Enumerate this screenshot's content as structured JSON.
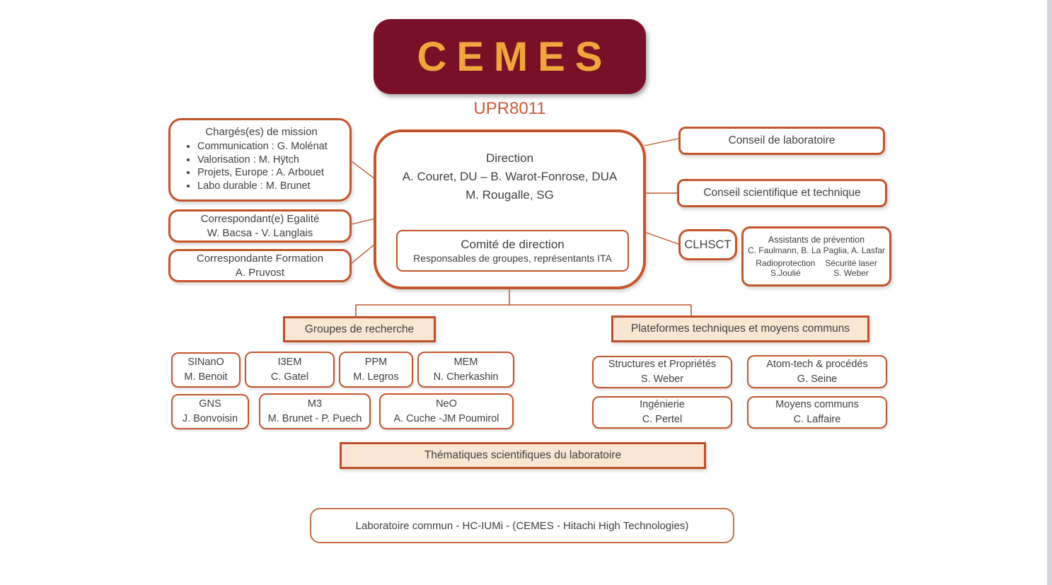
{
  "header": {
    "logo_text": "CEMES",
    "subtitle": "UPR8011"
  },
  "direction": {
    "title": "Direction",
    "line1": "A. Couret, DU – B. Warot-Fonrose, DUA",
    "line2": "M. Rougalle, SG",
    "comite": {
      "title": "Comité de direction",
      "subtitle": "Responsables de groupes, représentants ITA"
    }
  },
  "left_boxes": {
    "charges": {
      "title": "Chargés(es) de mission",
      "items": [
        "Communication : G. Molénat",
        "Valorisation : M. Hÿtch",
        "Projets, Europe :  A. Arbouet",
        "Labo durable : M. Brunet"
      ]
    },
    "egalite": {
      "title": "Correspondant(e) Egalité",
      "names": "W. Bacsa - V. Langlais"
    },
    "formation": {
      "title": "Correspondante Formation",
      "names": "A. Pruvost"
    }
  },
  "right_boxes": {
    "conseil_laboratoire": "Conseil de laboratoire",
    "conseil_scientifique": "Conseil scientifique et technique",
    "clhsct": "CLHSCT",
    "prevention": {
      "title": "Assistants de prévention",
      "names": "C. Faulmann, B. La Paglia, A. Lasfar",
      "col1_role": "Radioprotection",
      "col1_name": "S.Joulié",
      "col2_role": "Sécurité laser",
      "col2_name": "S. Weber"
    }
  },
  "groups_section": {
    "header": "Groupes de recherche",
    "groups": [
      {
        "name": "SINanO",
        "leader": "M. Benoit"
      },
      {
        "name": "I3EM",
        "leader": "C. Gatel"
      },
      {
        "name": "PPM",
        "leader": "M. Legros"
      },
      {
        "name": "MEM",
        "leader": "N. Cherkashin"
      },
      {
        "name": "GNS",
        "leader": "J. Bonvoisin"
      },
      {
        "name": "M3",
        "leader": "M. Brunet - P. Puech"
      },
      {
        "name": "NeO",
        "leader": "A. Cuche -JM Poumirol"
      }
    ]
  },
  "platforms_section": {
    "header": "Plateformes techniques et moyens communs",
    "platforms": [
      {
        "name": "Structures et Propriétés",
        "leader": "S. Weber"
      },
      {
        "name": "Atom-tech & procédés",
        "leader": "G. Seine"
      },
      {
        "name": "Ingénierie",
        "leader": "C. Pertel"
      },
      {
        "name": "Moyens communs",
        "leader": "C. Laffaire"
      }
    ]
  },
  "thematiques_label": "Thématiques scientifiques du laboratoire",
  "labo_commun_label": "Laboratoire commun  - HC-IUMi - (CEMES - Hitachi High Technologies)",
  "colors": {
    "maroon": "#7a1028",
    "gold": "#f1a63d",
    "accent_orange": "#c4552d",
    "peach_fill": "#fbe6d3",
    "text": "#3f3f3f"
  }
}
